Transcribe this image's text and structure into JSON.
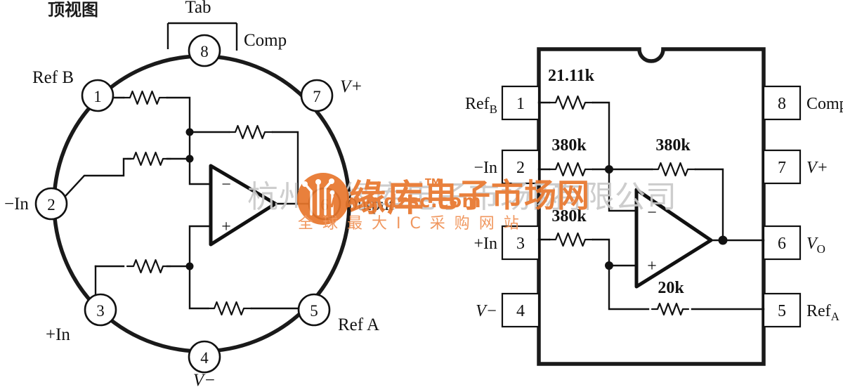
{
  "figure": {
    "title_cjk": "顶视图",
    "description": "Op-amp IC pinout: TO-99 metal can top view and 8-pin DIP package internal schematic"
  },
  "can_package": {
    "tab_label": "Tab",
    "pins": [
      {
        "num": "1",
        "label": "Ref B"
      },
      {
        "num": "2",
        "label": "−In"
      },
      {
        "num": "3",
        "label": "+In"
      },
      {
        "num": "4",
        "label": "V−"
      },
      {
        "num": "5",
        "label": "Ref A"
      },
      {
        "num": "6",
        "label": "Output"
      },
      {
        "num": "7",
        "label": "V+"
      },
      {
        "num": "8",
        "label": "Comp"
      }
    ],
    "opamp_minus": "−",
    "opamp_plus": "+"
  },
  "dip_package": {
    "left_pins": [
      {
        "num": "1",
        "label": "Ref",
        "sub": "B"
      },
      {
        "num": "2",
        "label": "−In",
        "sub": ""
      },
      {
        "num": "3",
        "label": "+In",
        "sub": ""
      },
      {
        "num": "4",
        "label": "V−",
        "sub": ""
      }
    ],
    "right_pins": [
      {
        "num": "8",
        "label": "Comp",
        "sub": ""
      },
      {
        "num": "7",
        "label": "V+",
        "sub": ""
      },
      {
        "num": "6",
        "label": "V",
        "sub": "O"
      },
      {
        "num": "5",
        "label": "Ref",
        "sub": "A"
      }
    ],
    "resistors": [
      {
        "id": "r1",
        "value": "21.11k"
      },
      {
        "id": "r2",
        "value": "380k"
      },
      {
        "id": "r3",
        "value": "380k"
      },
      {
        "id": "r4",
        "value": "380k"
      },
      {
        "id": "r5",
        "value": "20k"
      }
    ],
    "opamp_minus": "−",
    "opamp_plus": "+"
  },
  "watermark": {
    "cjk_top": "杭州路缘库电子市场网",
    "cjk_company": "有限公司",
    "url": "www.dzsc.com",
    "cjk_bottom": "全 球 最 大 I C 采 购 网 站",
    "tm": "TM",
    "color_orange": "#e8762c",
    "color_grey": "#bdbdbd"
  }
}
